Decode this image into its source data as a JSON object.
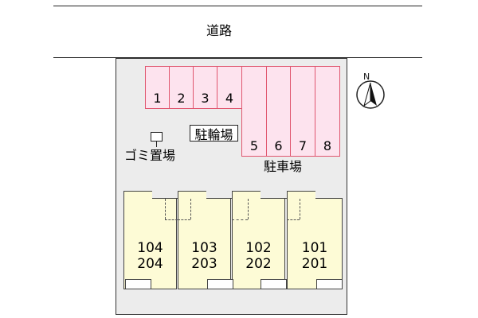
{
  "road": {
    "label": "道路"
  },
  "parking": {
    "label": "駐車場",
    "spaces": [
      "1",
      "2",
      "3",
      "4",
      "5",
      "6",
      "7",
      "8"
    ]
  },
  "bicycle_parking": {
    "label": "駐輪場"
  },
  "garbage": {
    "label": "ゴミ置場"
  },
  "compass": {
    "north": "N"
  },
  "units": [
    {
      "lower": "104",
      "upper": "204"
    },
    {
      "lower": "103",
      "upper": "203"
    },
    {
      "lower": "102",
      "upper": "202"
    },
    {
      "lower": "101",
      "upper": "201"
    }
  ],
  "colors": {
    "parking_fill": "#fde3ee",
    "parking_border": "#e0566f",
    "unit_fill": "#fdfbd6",
    "site_fill": "#ececec"
  }
}
